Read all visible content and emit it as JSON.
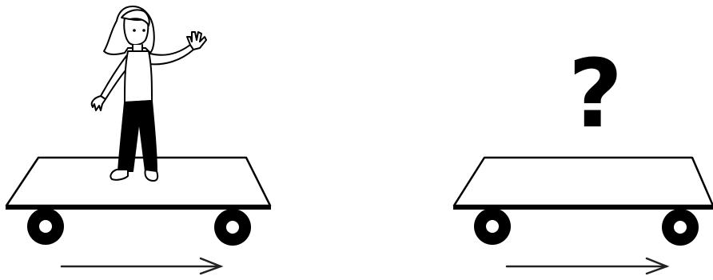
{
  "scene": {
    "question_mark": "?",
    "colors": {
      "ink": "#000000",
      "background": "#ffffff",
      "arrow": "#222222"
    },
    "left_panel": {
      "figure": "girl-standing-waving",
      "vehicle": "flatbed-cart",
      "motion": "arrow-right"
    },
    "right_panel": {
      "figure": "none",
      "vehicle": "flatbed-cart",
      "motion": "arrow-right"
    }
  }
}
